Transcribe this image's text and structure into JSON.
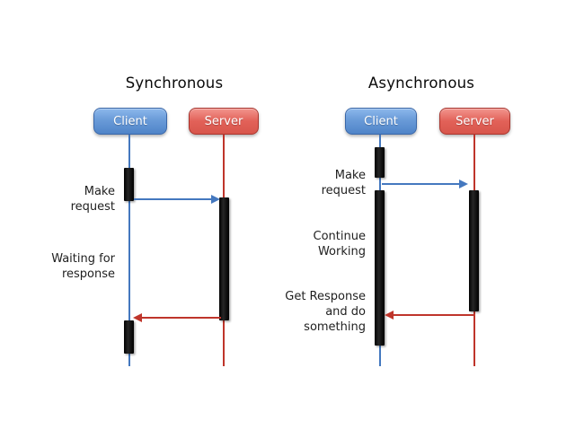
{
  "colors": {
    "blue_accent": "#4478bf",
    "red_accent": "#bf352b",
    "activation_bar": "#0d0d0d",
    "client_box_gradient_top": "#8cb8ec",
    "client_box_gradient_bottom": "#4f84c8",
    "server_box_gradient_top": "#f2958e",
    "server_box_gradient_bottom": "#d8564c",
    "label_text": "#1f1f1f",
    "background": "#ffffff"
  },
  "diagrams": [
    {
      "title": "Synchronous",
      "client_label": "Client",
      "server_label": "Server",
      "annotations": [
        {
          "text": "Make\nrequest"
        },
        {
          "text": "Waiting for\nresponse"
        }
      ]
    },
    {
      "title": "Asynchronous",
      "client_label": "Client",
      "server_label": "Server",
      "annotations": [
        {
          "text": "Make\nrequest"
        },
        {
          "text": "Continue\nWorking"
        },
        {
          "text": "Get Response\nand do\nsomething"
        }
      ]
    }
  ]
}
